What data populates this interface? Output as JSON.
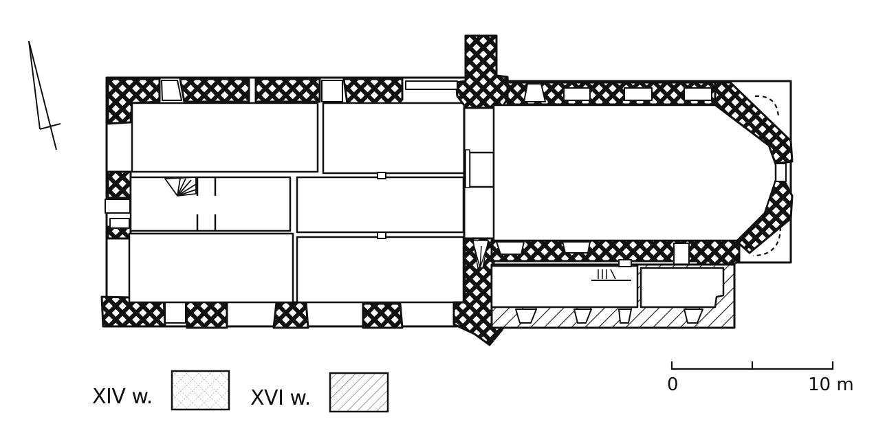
{
  "figure": {
    "type": "architectural floor plan",
    "north_arrow": "north-arrow-icon"
  },
  "legend": {
    "items": [
      {
        "label": "XIV w.",
        "pattern": "crosshatch"
      },
      {
        "label": "XVI w.",
        "pattern": "diagonal-hatch"
      }
    ]
  },
  "scale_bar": {
    "start_label": "0",
    "end_label": "10 m",
    "ticks": [
      0,
      5,
      10
    ]
  },
  "colors": {
    "ink": "#111111",
    "paper": "#ffffff"
  }
}
